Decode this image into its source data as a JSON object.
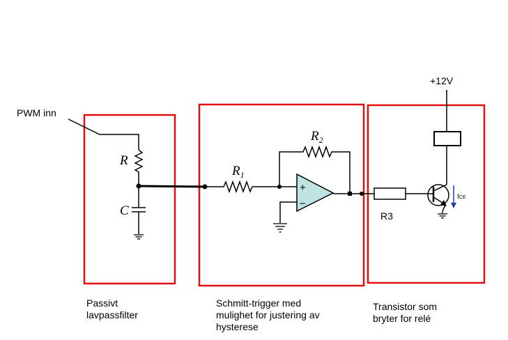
{
  "labels": {
    "pwm_input": "PWM inn",
    "supply": "+12V",
    "resistor_r": "R",
    "capacitor_c": "C",
    "r1_main": "R",
    "r1_sub": "1",
    "r2_main": "R",
    "r2_sub": "2",
    "r3": "R3",
    "opamp_plus": "+",
    "opamp_minus": "−",
    "current_main": "I",
    "current_sub": "CE"
  },
  "sections": [
    {
      "caption": "Passivt\nlavpassfilter"
    },
    {
      "caption": "Schmitt-trigger med\nmulighet for justering av\nhysterese"
    },
    {
      "caption": "Transistor som\nbryter for relé"
    }
  ],
  "colors": {
    "box": "#e01010",
    "wire": "#000000",
    "opamp_fill": "#bfe3e0",
    "current_arrow": "#1f3fb0"
  }
}
